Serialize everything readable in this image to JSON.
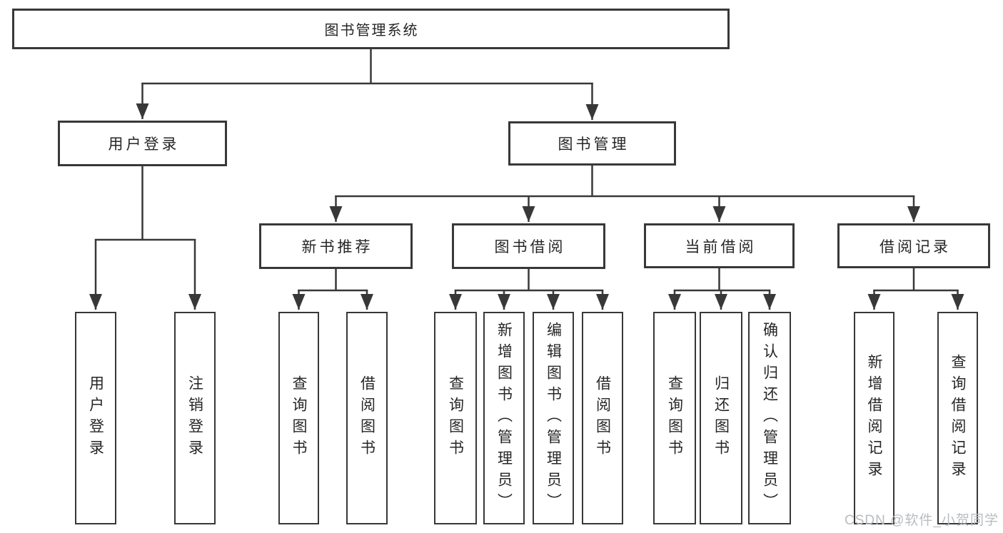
{
  "diagram": {
    "root": {
      "label": "图书管理系统",
      "children": [
        {
          "label": "用户登录",
          "children": [
            {
              "label": "用户登录"
            },
            {
              "label": "注销登录"
            }
          ]
        },
        {
          "label": "图书管理",
          "children": [
            {
              "label": "新书推荐",
              "children": [
                {
                  "label": "查询图书"
                },
                {
                  "label": "借阅图书"
                }
              ]
            },
            {
              "label": "图书借阅",
              "children": [
                {
                  "label": "查询图书"
                },
                {
                  "label": "新增图书（管理员）"
                },
                {
                  "label": "编辑图书（管理员）"
                },
                {
                  "label": "借阅图书"
                }
              ]
            },
            {
              "label": "当前借阅",
              "children": [
                {
                  "label": "查询图书"
                },
                {
                  "label": "归还图书"
                },
                {
                  "label": "确认归还（管理员）"
                }
              ]
            },
            {
              "label": "借阅记录",
              "children": [
                {
                  "label": "新增借阅记录"
                },
                {
                  "label": "查询借阅记录"
                }
              ]
            }
          ]
        }
      ]
    }
  },
  "watermark": {
    "text": "CSDN @软件_小贺同学"
  },
  "colors": {
    "line": "#383838",
    "text": "#262626",
    "watermark": "#b9bcbf",
    "background": "#ffffff"
  }
}
